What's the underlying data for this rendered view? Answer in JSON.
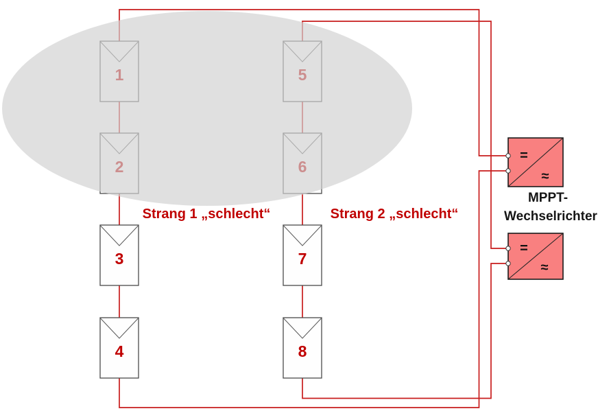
{
  "modules": [
    {
      "label": "1",
      "shaded": true
    },
    {
      "label": "2",
      "shaded": true
    },
    {
      "label": "3",
      "shaded": false
    },
    {
      "label": "4",
      "shaded": false
    },
    {
      "label": "5",
      "shaded": true
    },
    {
      "label": "6",
      "shaded": true
    },
    {
      "label": "7",
      "shaded": false
    },
    {
      "label": "8",
      "shaded": false
    }
  ],
  "strings": [
    {
      "caption": "Strang 1 „schlecht“"
    },
    {
      "caption": "Strang 2 „schlecht“"
    }
  ],
  "inverter_group": {
    "caption_line1": "MPPT-",
    "caption_line2": "Wechselrichter"
  },
  "inverters": [
    {
      "dc": "=",
      "ac": "≈"
    },
    {
      "dc": "=",
      "ac": "≈"
    }
  ],
  "colors": {
    "wire": "#C81C1C",
    "accent_red": "#C00000",
    "inverter_fill": "#F98080",
    "inverter_border": "#1A1A1A",
    "module_border": "#4A4A4A",
    "shade_gray": "#D2D2D2"
  }
}
